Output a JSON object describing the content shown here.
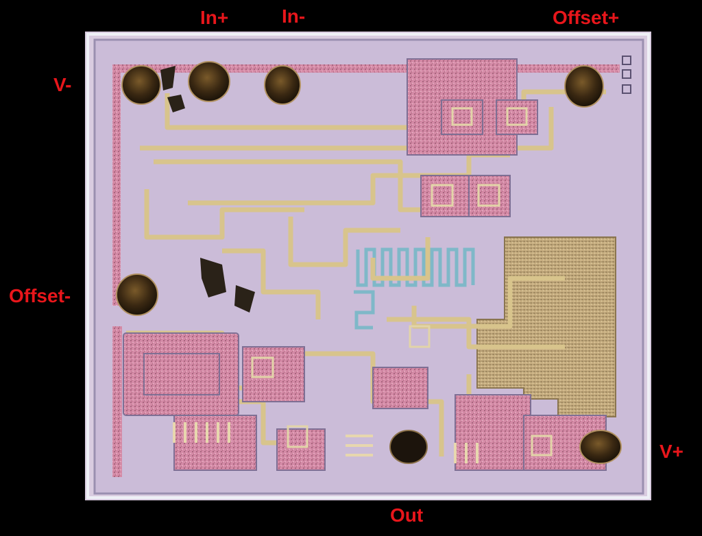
{
  "pins": {
    "in_plus": "In+",
    "in_minus": "In-",
    "offset_plus": "Offset+",
    "v_minus": "V-",
    "offset_minus": "Offset-",
    "v_plus": "V+",
    "out": "Out"
  },
  "colors": {
    "background": "#000000",
    "label": "#e8161b",
    "die_substrate": "#cdbfd6",
    "metal": "#d8c9a0",
    "diffusion_pink": "#d68aa8",
    "bond_pad": "#3a2a14",
    "capacitor": "#c4a878"
  }
}
